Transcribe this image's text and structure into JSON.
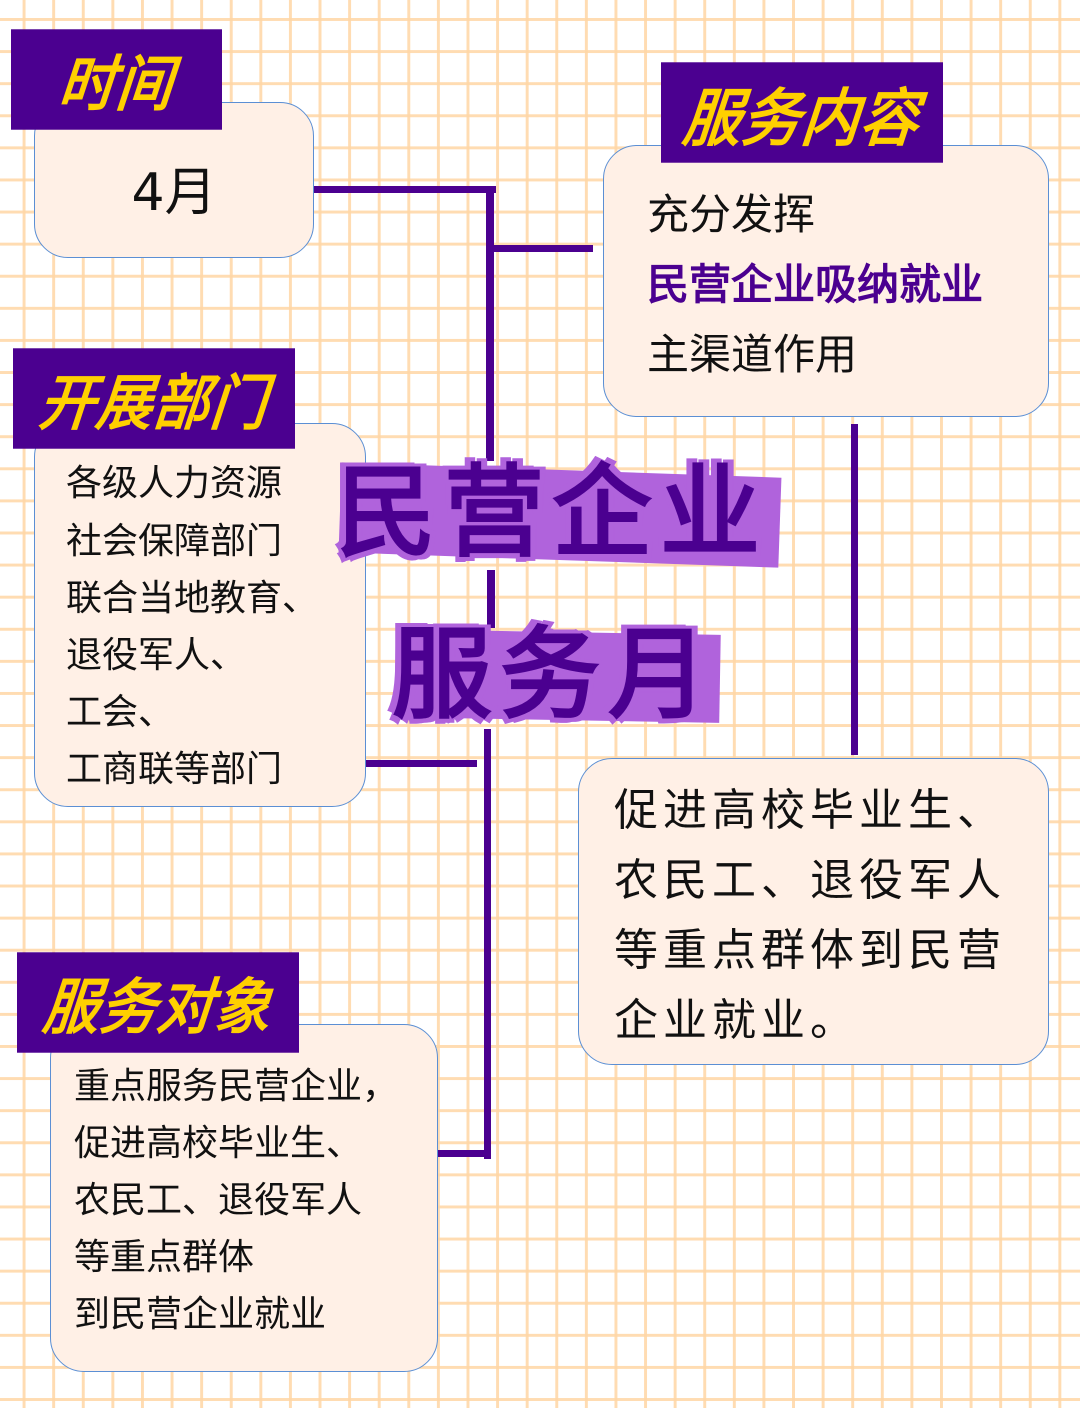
{
  "colors": {
    "tag_bg": "#4b0090",
    "tag_text": "#ffd000",
    "box_bg": "#fff0e6",
    "box_border": "#5b8fd4",
    "connector": "#4b0090",
    "title_fill": "#4b0090",
    "title_shadow": "#b063dc",
    "grid": "#ffd6a5"
  },
  "center_title": {
    "line1": "民营企业",
    "line2": "服务月"
  },
  "time": {
    "tag": "时间",
    "value": "4月"
  },
  "departments": {
    "tag": "开展部门",
    "lines": [
      "各级人力资源",
      "社会保障部门",
      "联合当地教育、",
      "退役军人、",
      "工会、",
      "工商联等部门"
    ]
  },
  "targets": {
    "tag": "服务对象",
    "lines": [
      "重点服务民营企业，",
      "促进高校毕业生、",
      "农民工、退役军人",
      "等重点群体",
      "到民营企业就业"
    ]
  },
  "content": {
    "tag": "服务内容",
    "line1": "充分发挥",
    "line2_highlight": "民营企业吸纳就业",
    "line3": "主渠道作用"
  },
  "goal": {
    "lines": [
      "促进高校毕业生、",
      "农民工、退役军人",
      "等重点群体到民营",
      "企业就业。"
    ]
  }
}
